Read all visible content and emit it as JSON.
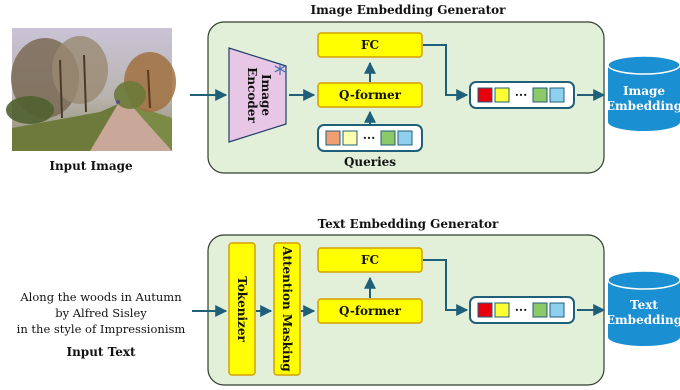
{
  "image_generator": {
    "title": "Image Embedding Generator",
    "input_label": "Input Image",
    "encoder_label_line1": "Image",
    "encoder_label_line2": "Encoder",
    "fc_label": "FC",
    "qformer_label": "Q-former",
    "queries_label": "Queries",
    "output_line1": "Image",
    "output_line2": "Embedding",
    "frozen_icon": "snowflake-icon"
  },
  "text_generator": {
    "title": "Text Embedding Generator",
    "input_line1": "Along the woods in Autumn",
    "input_line2": "by Alfred Sisley",
    "input_line3": "in the style of Impressionism",
    "input_label": "Input Text",
    "tokenizer_label": "Tokenizer",
    "attention_label": "Attention Masking",
    "fc_label": "FC",
    "qformer_label": "Q-former",
    "output_line1": "Text",
    "output_line2": "Embedding"
  },
  "ellipsis": "···",
  "colors": {
    "panel_fill": "#e2f0d9",
    "panel_stroke": "#2f3f2f",
    "module_fill": "#ffff00",
    "module_stroke": "#d4a000",
    "arrow": "#1f5f7a",
    "db_fill": "#1a8fd1",
    "encoder_fill": "#e8c6e6",
    "token_red": "#e8000d",
    "token_yellow": "#ffff33",
    "token_green": "#8cc968",
    "token_blue": "#8fd0ee",
    "query_orange": "#f0a070",
    "query_lightyellow": "#ffffb0"
  }
}
